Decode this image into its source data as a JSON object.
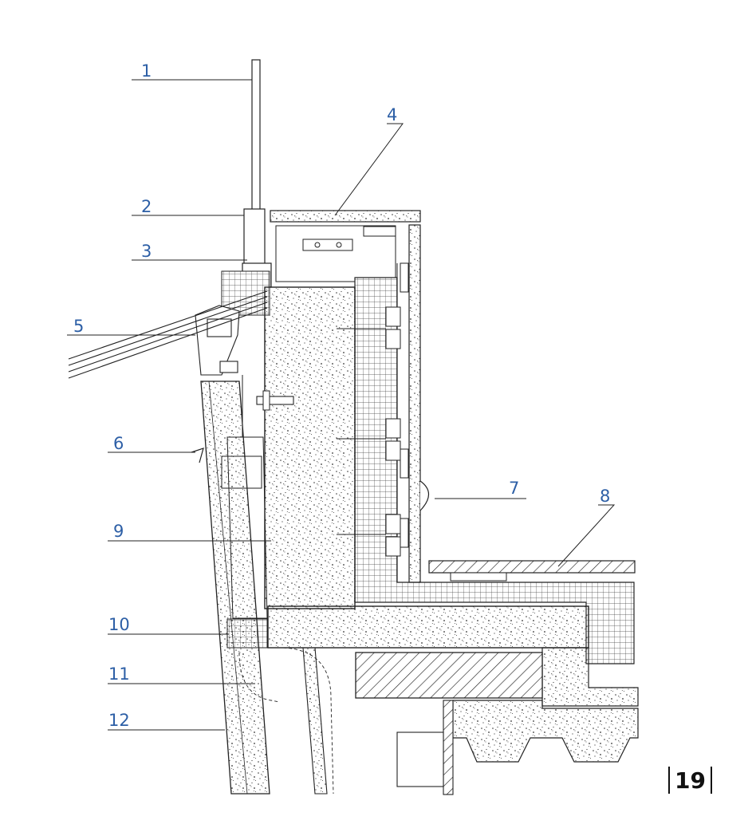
{
  "callouts": {
    "c1": "1",
    "c2": "2",
    "c3": "3",
    "c4": "4",
    "c5": "5",
    "c6": "6",
    "c7": "7",
    "c8": "8",
    "c9": "9",
    "c10": "10",
    "c11": "11",
    "c12": "12"
  },
  "page": {
    "number": "19"
  },
  "colors": {
    "callout": "#2d5fa6",
    "line": "#111111"
  }
}
